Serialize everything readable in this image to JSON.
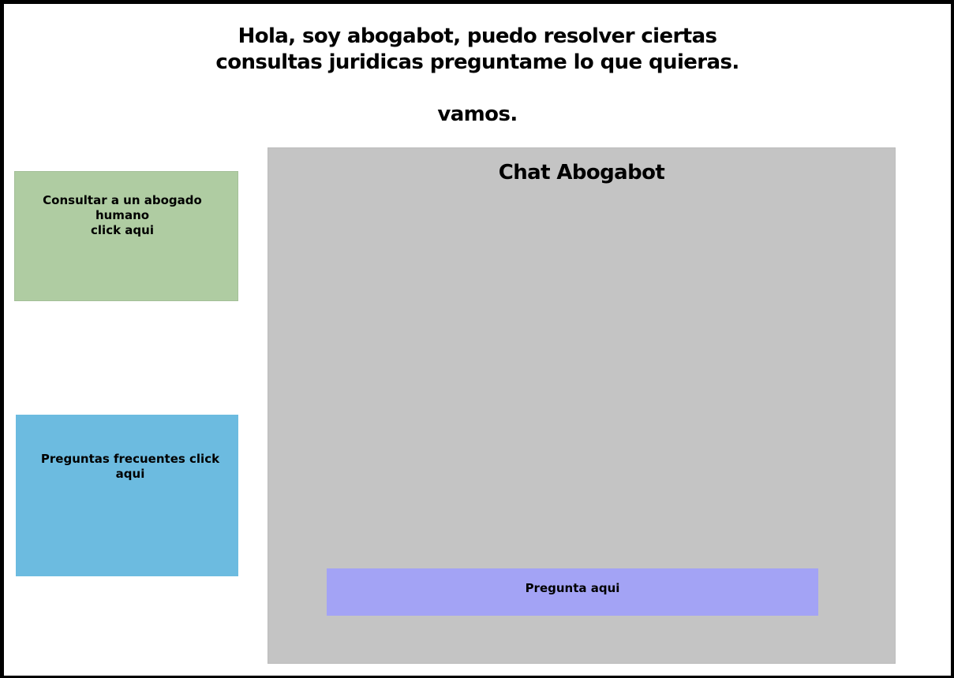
{
  "header": {
    "greeting_line_1": "Hola, soy abogabot, puedo resolver ciertas",
    "greeting_line_2": "consultas juridicas preguntame lo que quieras.",
    "greeting_line_3": "vamos."
  },
  "sidebar": {
    "lawyer_card": {
      "line_1": "Consultar a un abogado",
      "line_2": "humano",
      "line_3": "click aqui",
      "color": "#afcca2"
    },
    "faq_card": {
      "line_1": "Preguntas frecuentes click",
      "line_2": "aqui",
      "color": "#6cbbe0"
    }
  },
  "chat": {
    "title": "Chat Abogabot",
    "input_label": "Pregunta aqui",
    "panel_color": "#c4c4c4",
    "input_color": "#a3a3f5"
  }
}
